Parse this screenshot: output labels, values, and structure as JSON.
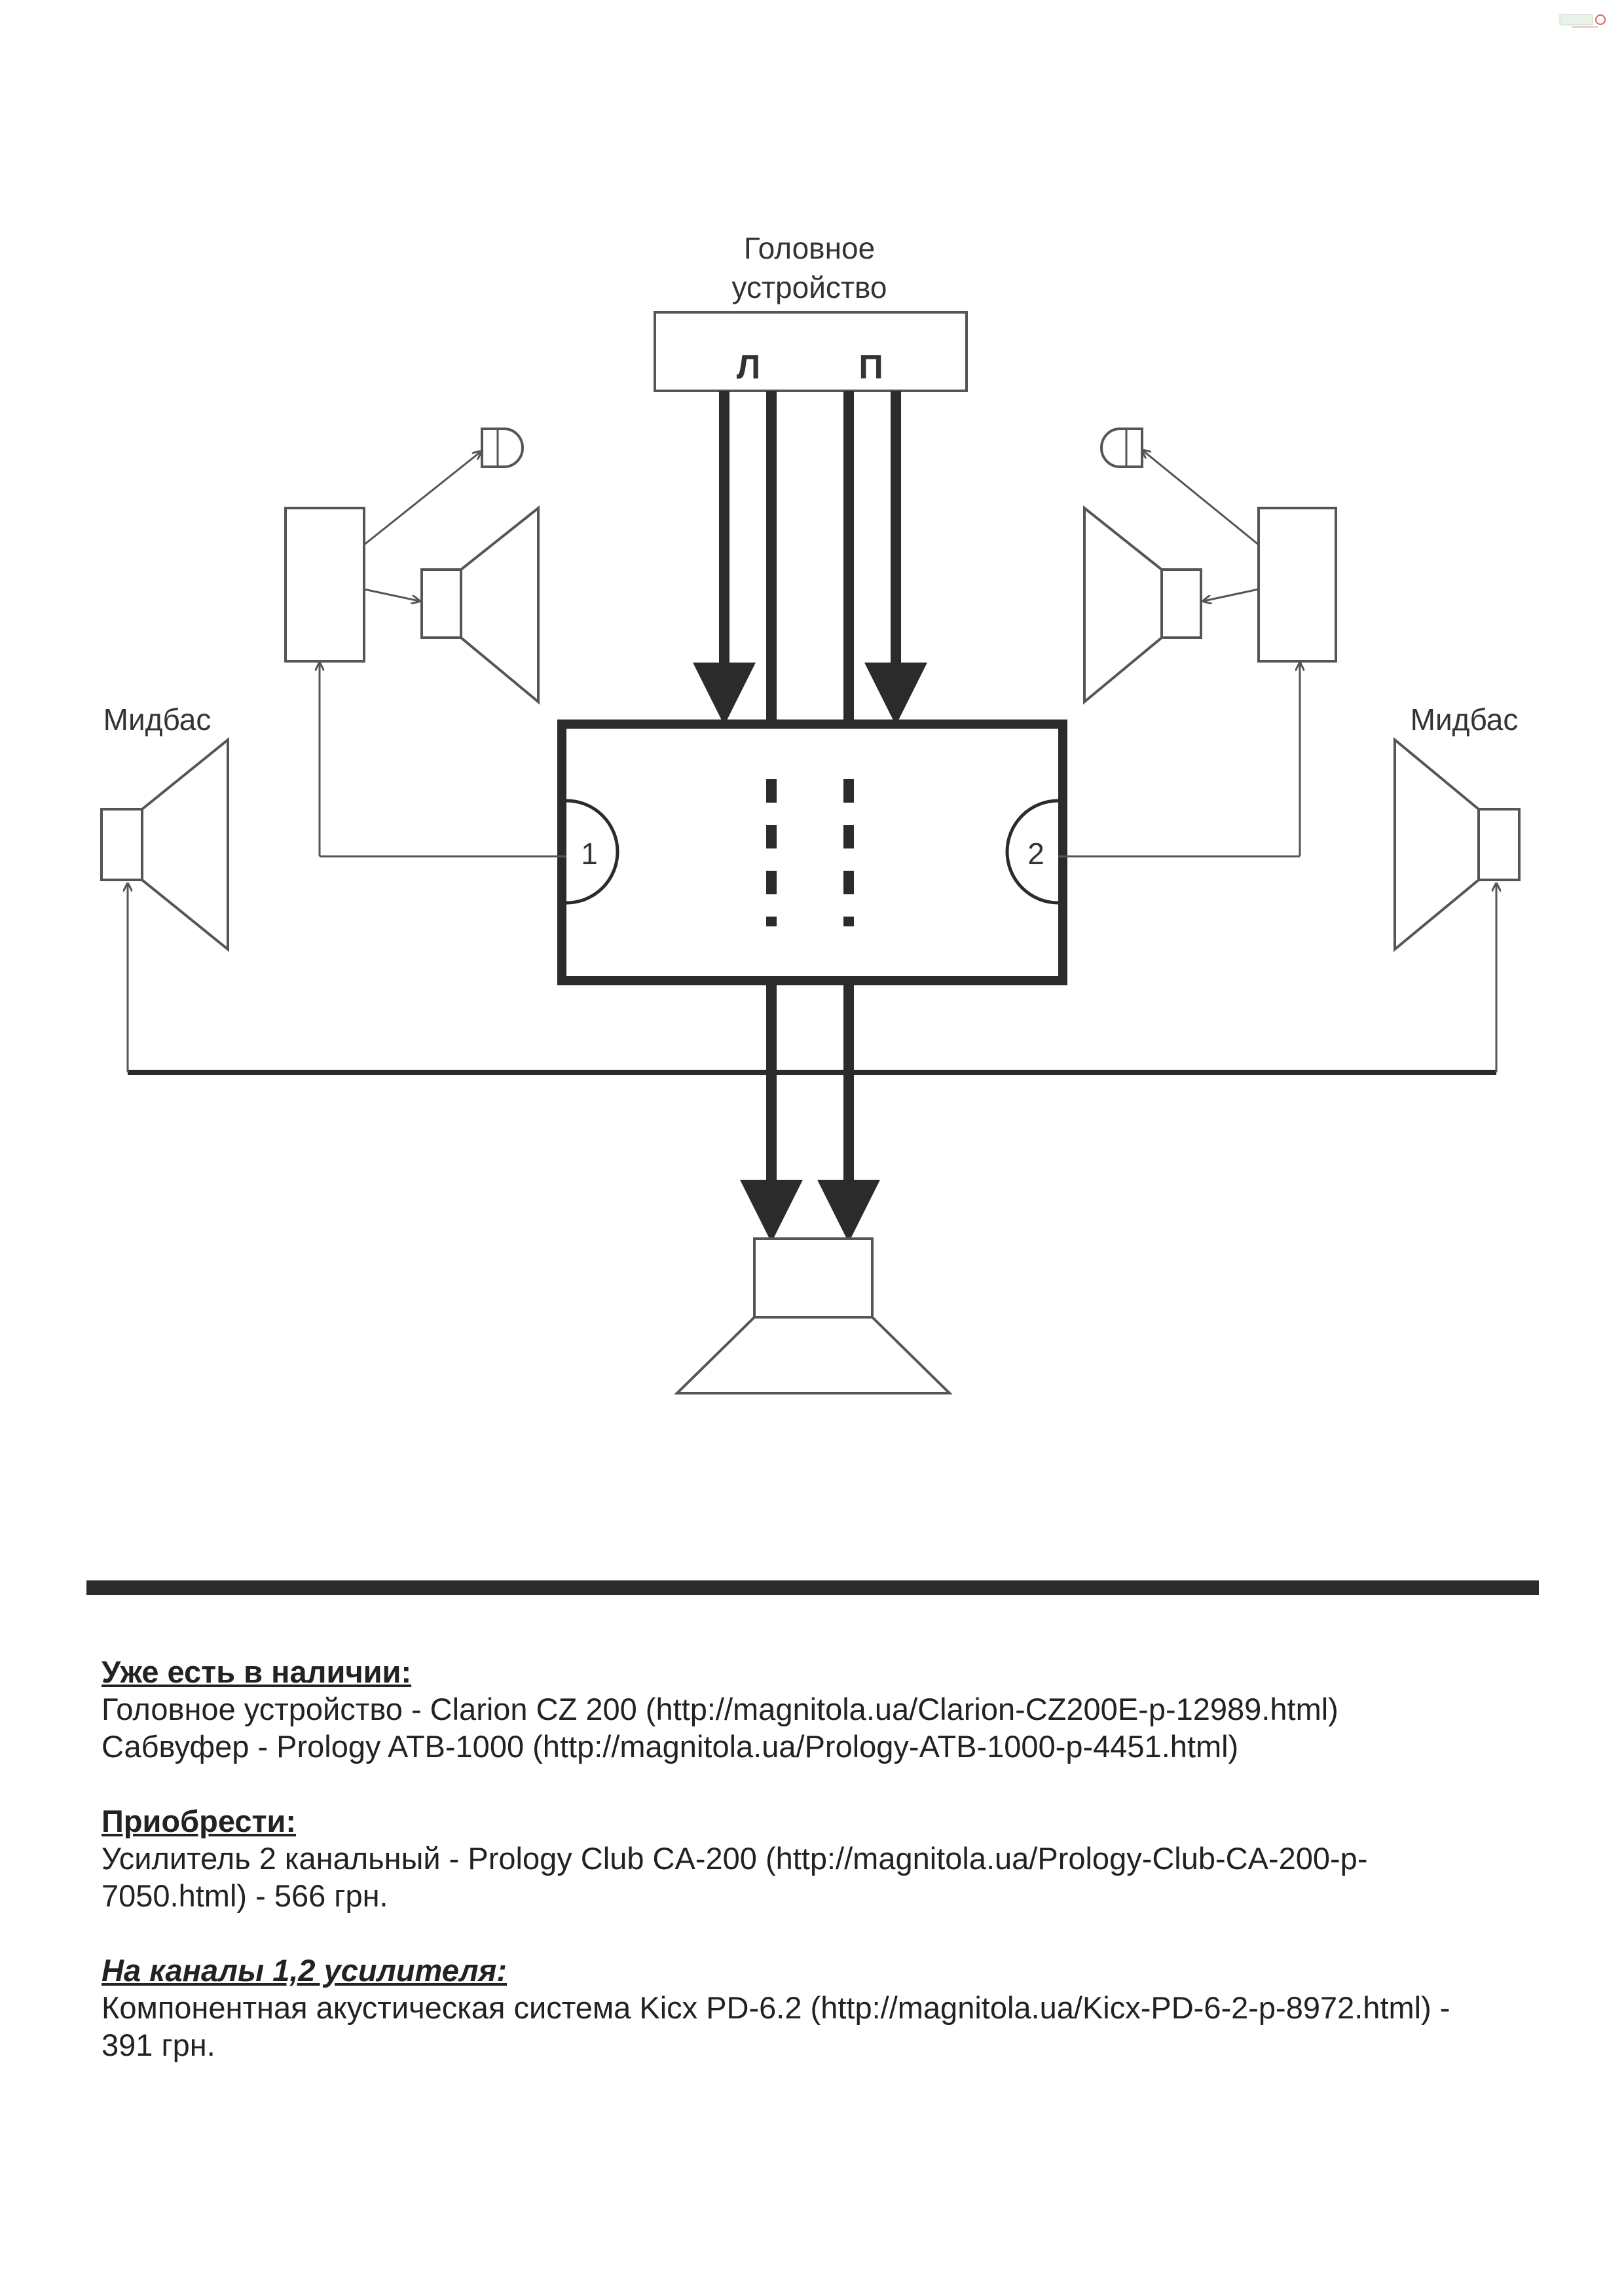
{
  "diagram": {
    "head_unit_label_line1": "Головное",
    "head_unit_label_line2": "устройство",
    "channel_left": "Л",
    "channel_right": "П",
    "amp_channel_1": "1",
    "amp_channel_2": "2",
    "midbass_left": "Мидбас",
    "midbass_right": "Мидбас"
  },
  "info": {
    "section1": {
      "heading": "Уже есть в наличии:",
      "lines": [
        "Головное устройство - Clarion CZ 200 (http://magnitola.ua/Clarion-CZ200E-p-12989.html)",
        "Сабвуфер - Prology ATB-1000 (http://magnitola.ua/Prology-ATB-1000-p-4451.html)"
      ]
    },
    "section2": {
      "heading": "Приобрести:",
      "lines": [
        "Усилитель 2 канальный - Prology Club CA-200 (http://magnitola.ua/Prology-Club-CA-200-p-",
        "7050.html) - 566 грн."
      ]
    },
    "section3": {
      "heading": "На каналы 1,2 усилителя:",
      "lines": [
        "Компонентная акустическая система Kicx PD-6.2 (http://magnitola.ua/Kicx-PD-6-2-p-8972.html) -",
        "391 грн."
      ]
    }
  },
  "colors": {
    "line": "#2b2b2b",
    "thin_line": "#555555",
    "text": "#222222"
  }
}
